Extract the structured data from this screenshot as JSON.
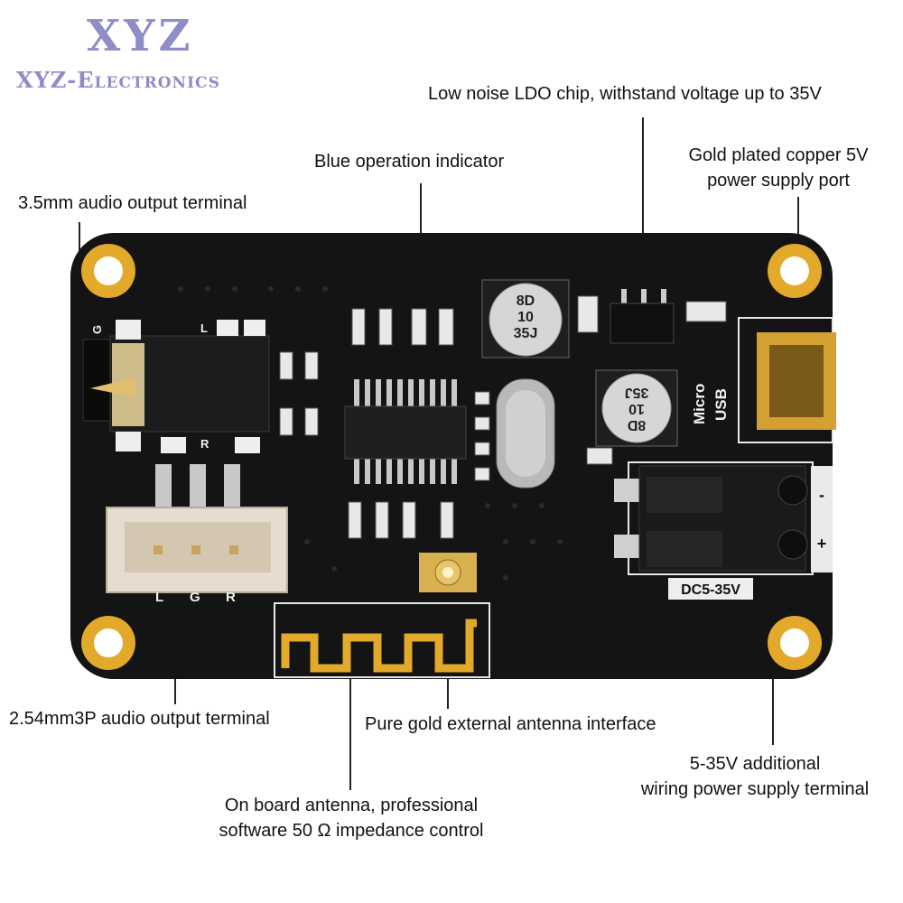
{
  "logo": {
    "brand": "XYZ",
    "company": "XYZ-Electronics"
  },
  "callouts": {
    "ldo_chip": "Low noise LDO chip, withstand voltage up to 35V",
    "indicator": "Blue operation indicator",
    "usb_port_line1": "Gold plated copper 5V",
    "usb_port_line2": "power supply port",
    "audio_jack": "3.5mm audio output terminal",
    "three_pin": "2.54mm3P audio output terminal",
    "ext_antenna": "Pure gold external antenna interface",
    "extra_power_line1": "5-35V additional",
    "extra_power_line2": "wiring power supply terminal",
    "onboard_antenna_line1": "On board antenna, professional",
    "onboard_antenna_line2": "software 50 Ω impedance control"
  },
  "board_labels": {
    "cap1": [
      "8D",
      "10",
      "35J"
    ],
    "cap2": [
      "8D",
      "10",
      "35J"
    ],
    "micro_usb": [
      "Micro",
      "USB"
    ],
    "power_range": "DC5-35V",
    "pin_l": "L",
    "pin_g": "G",
    "pin_r": "R",
    "jack_g": "G",
    "jack_l": "L",
    "jack_r": "R",
    "minus": "-",
    "plus": "+"
  },
  "colors": {
    "board": "#141414",
    "gold": "#e2a92a",
    "silkscreen": "#f2f2f2",
    "logo": "#8e8ec6"
  }
}
